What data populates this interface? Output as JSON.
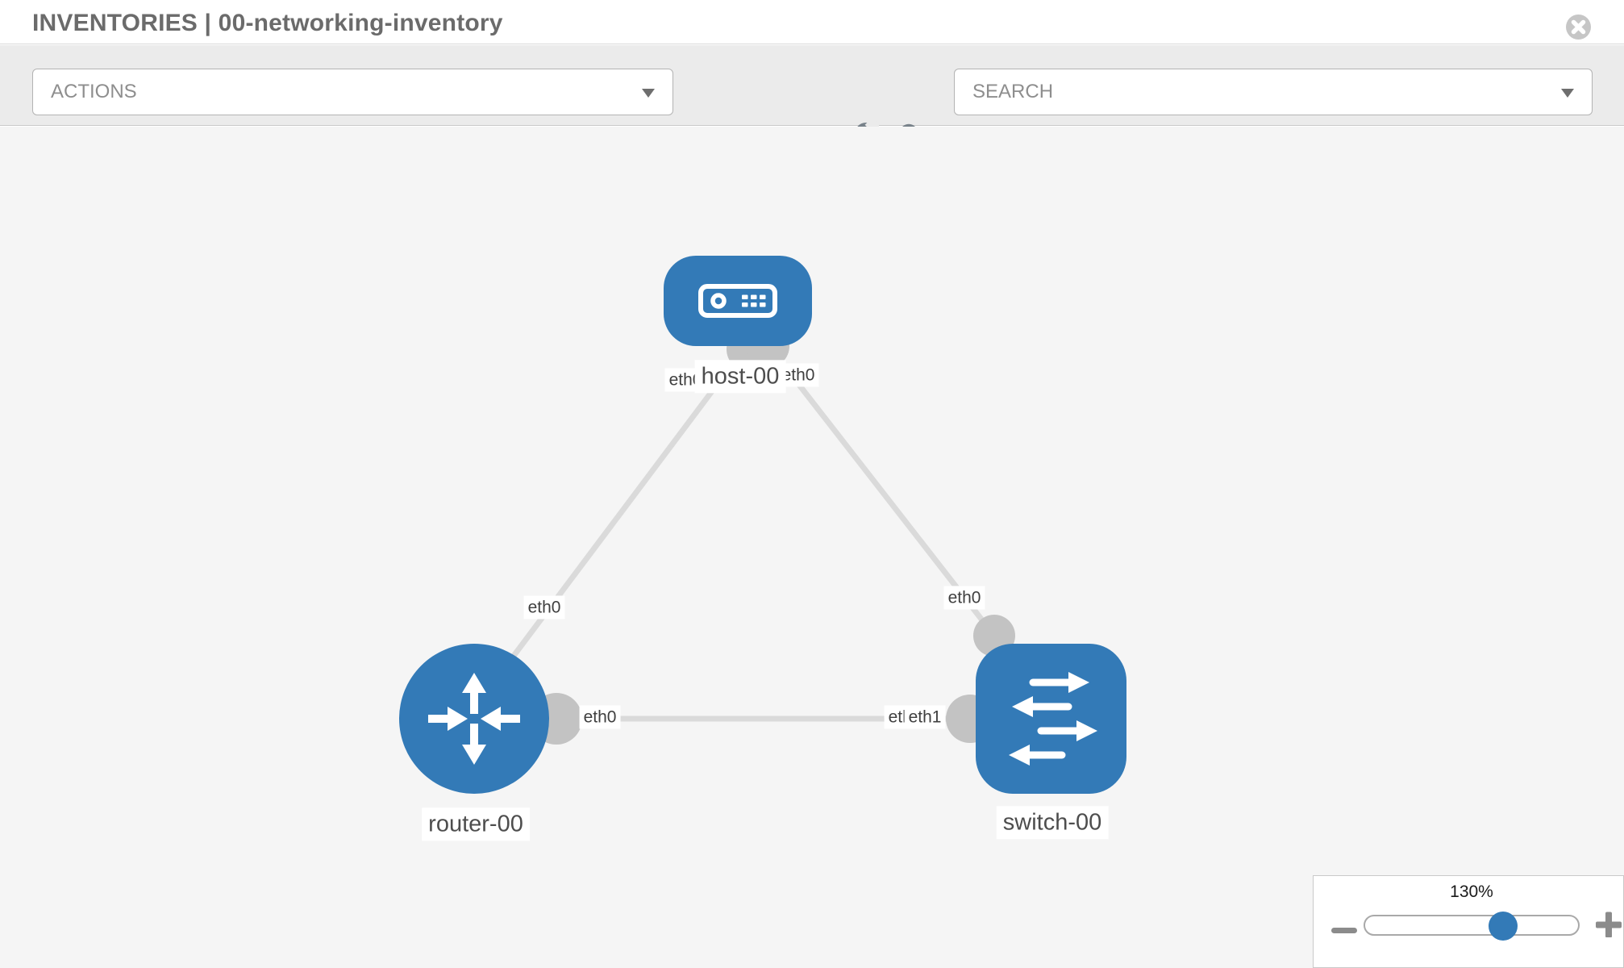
{
  "header": {
    "title": "INVENTORIES | 00-networking-inventory"
  },
  "toolbar": {
    "actions_placeholder": "ACTIONS",
    "search_placeholder": "SEARCH",
    "icons": [
      "wrench-icon",
      "key-icon"
    ]
  },
  "topology": {
    "nodes": [
      {
        "label": "host-00",
        "type": "host"
      },
      {
        "label": "router-00",
        "type": "router"
      },
      {
        "label": "switch-00",
        "type": "switch"
      }
    ],
    "links": [
      {
        "from": "host-00",
        "to": "router-00",
        "from_interface": "eth0",
        "to_interface": "eth0"
      },
      {
        "from": "host-00",
        "to": "switch-00",
        "from_interface": "eth0",
        "to_interface": "eth0"
      },
      {
        "from": "router-00",
        "to": "switch-00",
        "from_interface": "eth0",
        "to_interface": "eth1",
        "to_interface_overlapped": "eth0"
      }
    ]
  },
  "zoom_control": {
    "level": "130%"
  },
  "colors": {
    "node_blue": "#337ab7",
    "link_gray": "#dadada",
    "interface_gray": "#c3c3c3"
  }
}
